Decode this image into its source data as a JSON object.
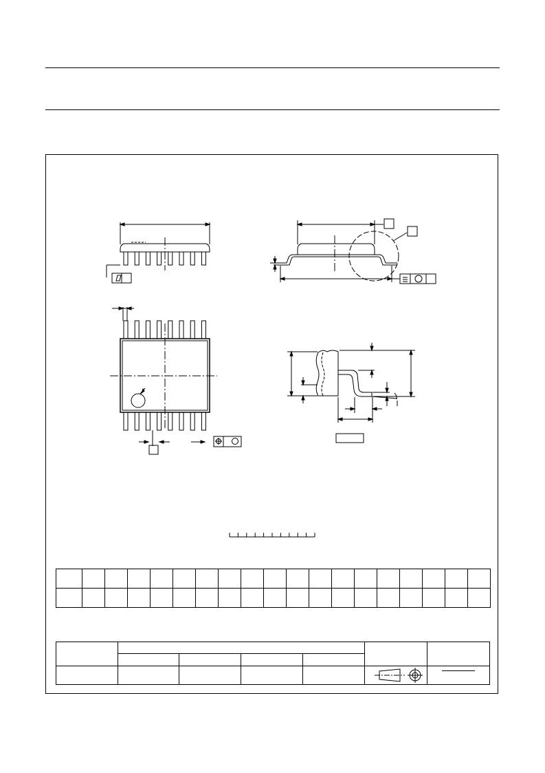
{
  "drawing": {
    "top_view_lead_count_per_side": 8,
    "side_view_lead_count": 8
  },
  "dimensions_table": {
    "columns": 19,
    "rows": 2
  },
  "outline_table": {
    "header_subcolumns": 4,
    "symbols": [
      "projection-method-icon"
    ]
  }
}
